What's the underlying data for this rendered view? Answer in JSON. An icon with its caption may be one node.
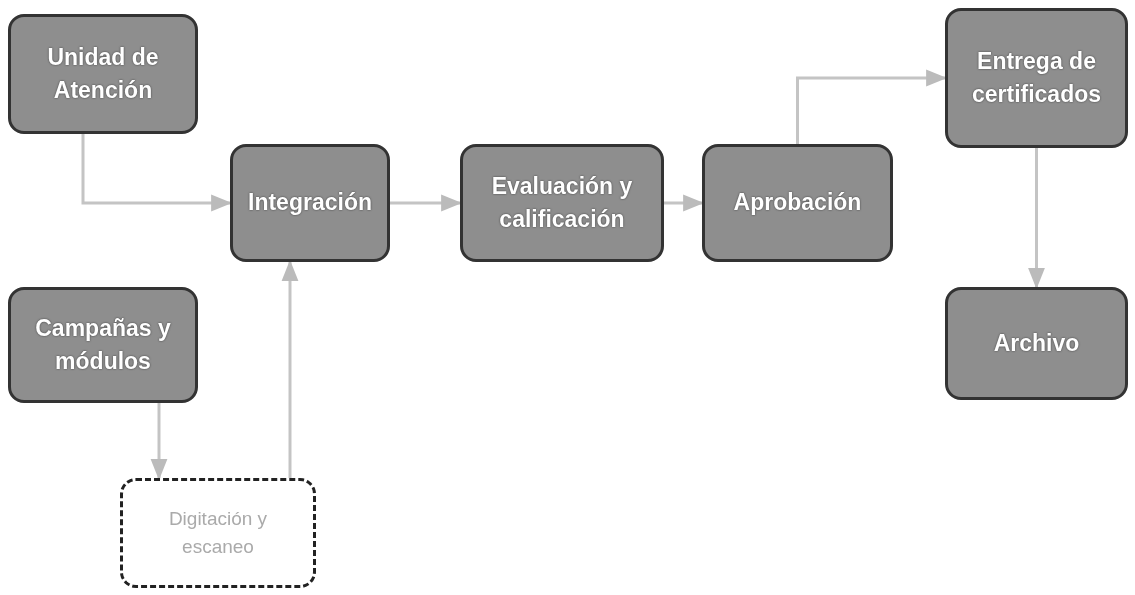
{
  "diagram": {
    "nodes": [
      {
        "text": [
          "Unidad de Atención"
        ]
      },
      {
        "text": [
          "Integración"
        ]
      },
      {
        "text": [
          "Evaluación y calificación"
        ]
      },
      {
        "text": [
          "Aprobación"
        ]
      },
      {
        "text": [
          "Entrega de certificados"
        ]
      },
      {
        "text": [
          "Campañas y módulos"
        ]
      },
      {
        "text": [
          "Archivo"
        ]
      },
      {
        "text": [
          "Digitación y escaneo"
        ]
      }
    ],
    "edges": [
      {
        "from": 0,
        "to": 1,
        "arrow": "to"
      },
      {
        "from": 1,
        "to": 2,
        "arrow": "to"
      },
      {
        "from": 2,
        "to": 3,
        "arrow": "to"
      },
      {
        "from": 3,
        "to": 4,
        "arrow": "to"
      },
      {
        "from": 4,
        "to": 6,
        "arrow": "to"
      },
      {
        "from": 5,
        "to": 7,
        "arrow": "to"
      },
      {
        "from": 7,
        "to": 1,
        "arrow": "to"
      }
    ]
  }
}
